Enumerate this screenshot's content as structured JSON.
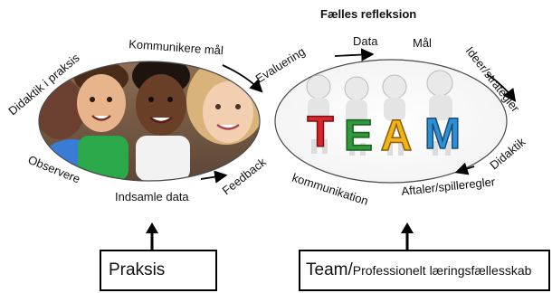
{
  "left_cycle": {
    "labels": [
      "Kommunikere mål",
      "Didaktik i praksis",
      "Observere",
      "Indsamle data",
      "Feedback"
    ]
  },
  "right_cycle": {
    "title": "Fælles refleksion",
    "labels": [
      "Data",
      "Mål",
      "Ideer/strategier",
      "Didaktik",
      "Aftaler/spilleregler",
      "kommunikation",
      "Evaluering"
    ],
    "team_letters": [
      "T",
      "E",
      "A",
      "M"
    ],
    "team_colors": [
      "#d9262c",
      "#2e9a3a",
      "#f2b316",
      "#2f8fd6"
    ]
  },
  "boxes": {
    "praksis": "Praksis",
    "team_main": "Team/",
    "team_sub": "Professionelt læringsfællesskab"
  }
}
